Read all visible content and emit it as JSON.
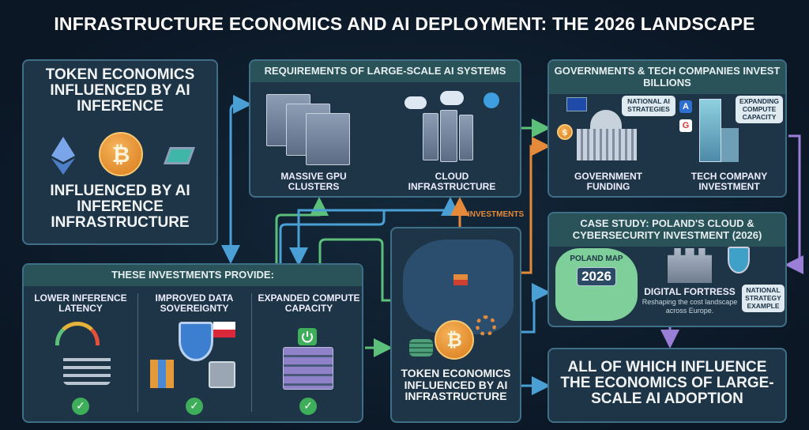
{
  "title": "INFRASTRUCTURE ECONOMICS AND AI DEPLOYMENT: THE 2026 LANDSCAPE",
  "token_panel": {
    "heading": "TOKEN ECONOMICS INFLUENCED BY AI INFERENCE",
    "subheading": "INFLUENCED BY AI INFERENCE INFRASTRUCTURE",
    "coin_symbol": "₿"
  },
  "requirements": {
    "heading": "REQUIREMENTS OF LARGE-SCALE AI SYSTEMS",
    "items": [
      {
        "label": "MASSIVE GPU CLUSTERS",
        "icon": "gpu-cluster-icon"
      },
      {
        "label": "CLOUD INFRASTRUCTURE",
        "icon": "cloud-server-icon"
      }
    ]
  },
  "invest": {
    "heading": "GOVERNMENTS & TECH COMPANIES INVEST BILLIONS",
    "government": {
      "label": "GOVERNMENT FUNDING",
      "bubble": "NATIONAL AI STRATEGIES",
      "coin": "$"
    },
    "tech": {
      "label": "TECH COMPANY INVESTMENT",
      "bubble": "EXPANDING COMPUTE CAPACITY",
      "logos": [
        "A",
        "G"
      ]
    }
  },
  "case_study": {
    "heading": "CASE STUDY: POLAND'S CLOUD & CYBERSECURITY INVESTMENT (2026)",
    "map_label": "POLAND MAP",
    "year": "2026",
    "fortress_title": "DIGITAL FORTRESS",
    "fortress_desc": "Reshaping the cost landscape across Europe.",
    "bubble": "NATIONAL STRATEGY EXAMPLE"
  },
  "arrow_label": "INVESTMENTS",
  "provides": {
    "heading": "THESE INVESTMENTS PROVIDE:",
    "items": [
      {
        "label": "LOWER INFERENCE LATENCY",
        "icon": "speedometer-icon",
        "check": "✓"
      },
      {
        "label": "IMPROVED DATA SOVEREIGNTY",
        "icon": "shield-lock-icon",
        "check": "✓"
      },
      {
        "label": "EXPANDED COMPUTE CAPACITY",
        "icon": "server-stack-icon",
        "check": "✓"
      }
    ]
  },
  "map_panel": {
    "label": "TOKEN ECONOMICS INFLUENCED BY AI INFRASTRUCTURE",
    "coin_symbol": "₿"
  },
  "conclusion": "ALL OF WHICH INFLUENCE THE ECONOMICS OF LARGE-SCALE AI ADOPTION",
  "colors": {
    "blue_arrow": "#4a9fd4",
    "green_arrow": "#5cbf7a",
    "orange_arrow": "#e58a3a",
    "purple_arrow": "#9b7fd6"
  }
}
